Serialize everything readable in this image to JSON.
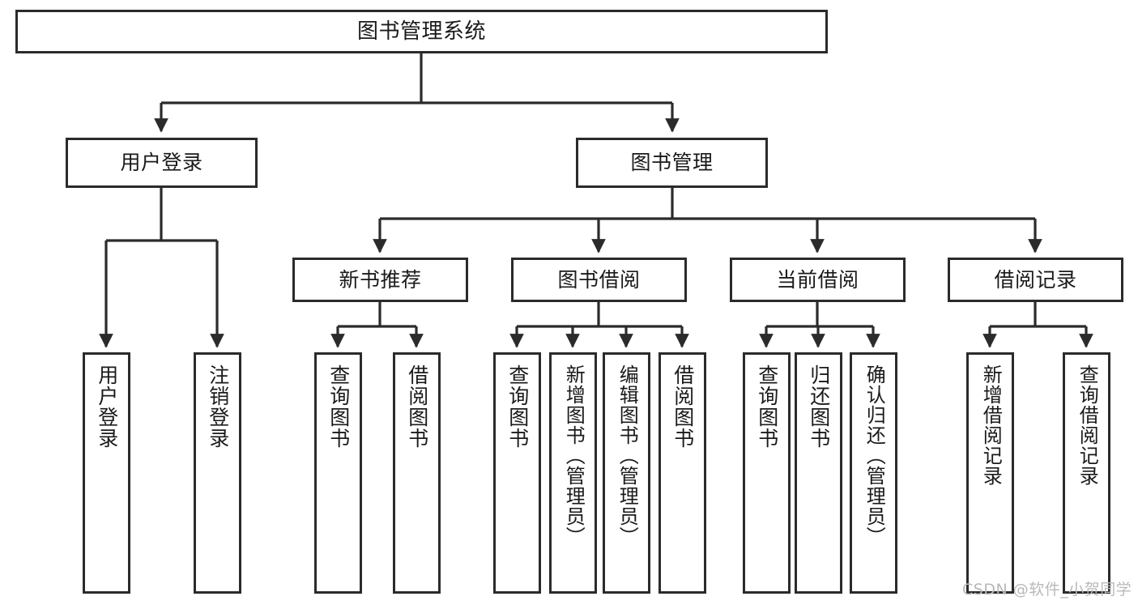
{
  "diagram": {
    "title": "图书管理系统",
    "watermark": "CSDN @软件_小贺同学",
    "line_color": "#2b2b2b",
    "box_fill": "#ffffff",
    "text_color": "#1a1a1a",
    "watermark_color": "#b9b9b9",
    "root": {
      "label": "图书管理系统"
    },
    "level1": [
      {
        "label": "用户登录"
      },
      {
        "label": "图书管理"
      }
    ],
    "level2": [
      {
        "label": "新书推荐"
      },
      {
        "label": "图书借阅"
      },
      {
        "label": "当前借阅"
      },
      {
        "label": "借阅记录"
      }
    ],
    "leaves": {
      "user_login": [
        {
          "label": "用户登录"
        },
        {
          "label": "注销登录"
        }
      ],
      "new_book_recommend": [
        {
          "label": "查询图书"
        },
        {
          "label": "借阅图书"
        }
      ],
      "book_borrow": [
        {
          "label": "查询图书"
        },
        {
          "label": "新增图书（管理员）"
        },
        {
          "label": "编辑图书（管理员）"
        },
        {
          "label": "借阅图书"
        }
      ],
      "current_borrow": [
        {
          "label": "查询图书"
        },
        {
          "label": "归还图书"
        },
        {
          "label": "确认归还（管理员）"
        }
      ],
      "borrow_record": [
        {
          "label": "新增借阅记录"
        },
        {
          "label": "查询借阅记录"
        }
      ]
    }
  },
  "chart_data": {
    "type": "tree-diagram",
    "title": "图书管理系统",
    "orientation": "top-down",
    "nodes": [
      {
        "id": "root",
        "label": "图书管理系统",
        "level": 0,
        "parent": null
      },
      {
        "id": "n1",
        "label": "用户登录",
        "level": 1,
        "parent": "root"
      },
      {
        "id": "n2",
        "label": "图书管理",
        "level": 1,
        "parent": "root"
      },
      {
        "id": "n1a",
        "label": "用户登录",
        "level": 2,
        "parent": "n1"
      },
      {
        "id": "n1b",
        "label": "注销登录",
        "level": 2,
        "parent": "n1"
      },
      {
        "id": "n21",
        "label": "新书推荐",
        "level": 2,
        "parent": "n2"
      },
      {
        "id": "n22",
        "label": "图书借阅",
        "level": 2,
        "parent": "n2"
      },
      {
        "id": "n23",
        "label": "当前借阅",
        "level": 2,
        "parent": "n2"
      },
      {
        "id": "n24",
        "label": "借阅记录",
        "level": 2,
        "parent": "n2"
      },
      {
        "id": "n21a",
        "label": "查询图书",
        "level": 3,
        "parent": "n21"
      },
      {
        "id": "n21b",
        "label": "借阅图书",
        "level": 3,
        "parent": "n21"
      },
      {
        "id": "n22a",
        "label": "查询图书",
        "level": 3,
        "parent": "n22"
      },
      {
        "id": "n22b",
        "label": "新增图书（管理员）",
        "level": 3,
        "parent": "n22"
      },
      {
        "id": "n22c",
        "label": "编辑图书（管理员）",
        "level": 3,
        "parent": "n22"
      },
      {
        "id": "n22d",
        "label": "借阅图书",
        "level": 3,
        "parent": "n22"
      },
      {
        "id": "n23a",
        "label": "查询图书",
        "level": 3,
        "parent": "n23"
      },
      {
        "id": "n23b",
        "label": "归还图书",
        "level": 3,
        "parent": "n23"
      },
      {
        "id": "n23c",
        "label": "确认归还（管理员）",
        "level": 3,
        "parent": "n23"
      },
      {
        "id": "n24a",
        "label": "新增借阅记录",
        "level": 3,
        "parent": "n24"
      },
      {
        "id": "n24b",
        "label": "查询借阅记录",
        "level": 3,
        "parent": "n24"
      }
    ]
  }
}
